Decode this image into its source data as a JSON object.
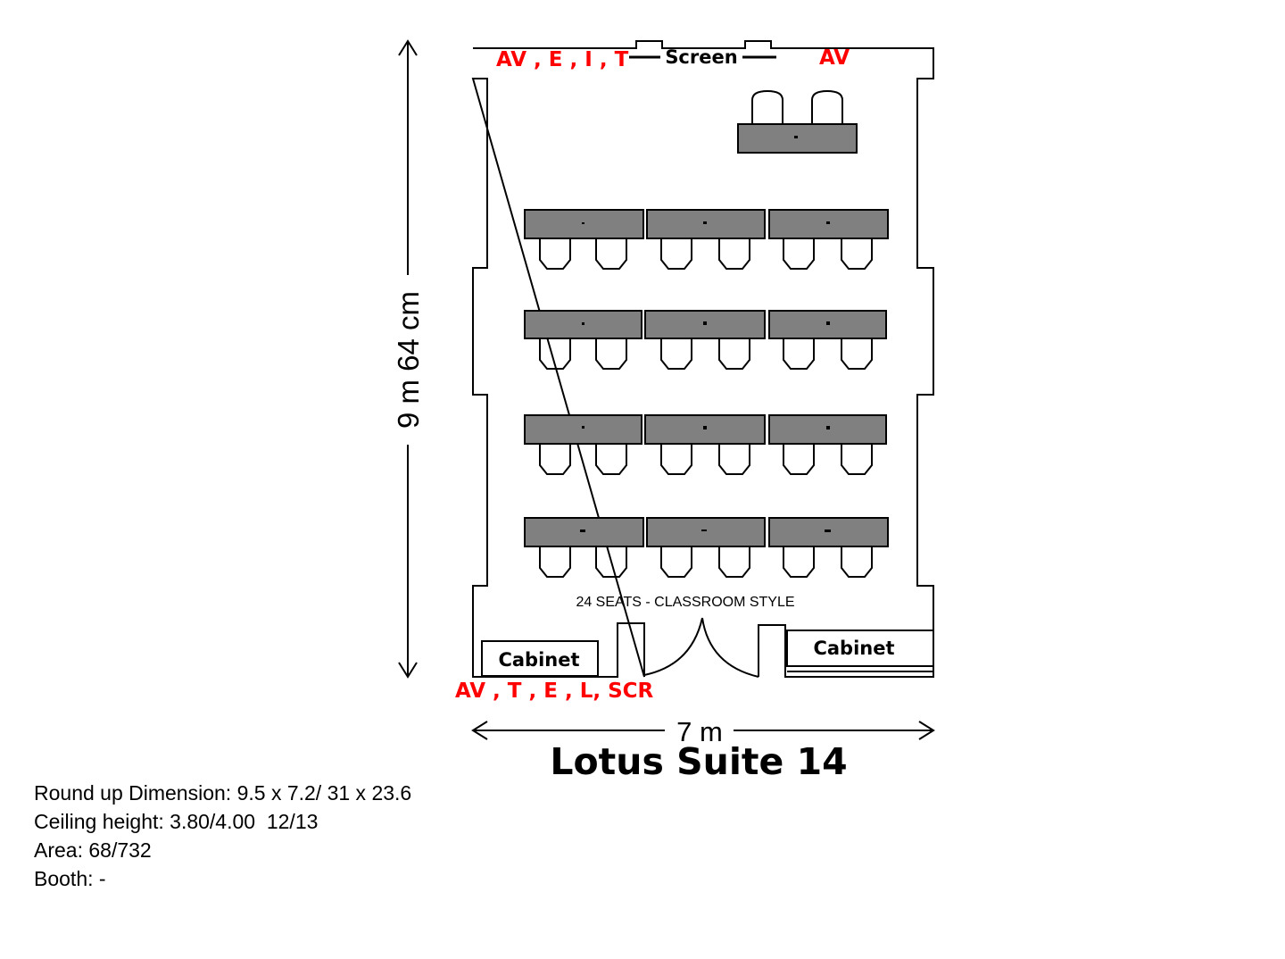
{
  "title": "Lotus Suite 14",
  "screen_label": "Screen",
  "av_top_left": "AV , E , I , T",
  "av_top_right": "AV",
  "av_bottom": "AV , T , E , L, SCR",
  "height_dim": "9 m 64 cm",
  "width_dim": "7 m",
  "seating_caption": "24 SEATS - CLASSROOM STYLE",
  "cabinet_left": "Cabinet",
  "cabinet_right": "Cabinet",
  "specs": {
    "dimension": "Round up Dimension: 9.5 x 7.2/ 31 x 23.6",
    "ceiling": "Ceiling height: 3.80/4.00  12/13",
    "area": "Area: 68/732",
    "booth": "Booth: -"
  },
  "colors": {
    "table_fill": "#808080",
    "label_red": "#ff0000"
  }
}
